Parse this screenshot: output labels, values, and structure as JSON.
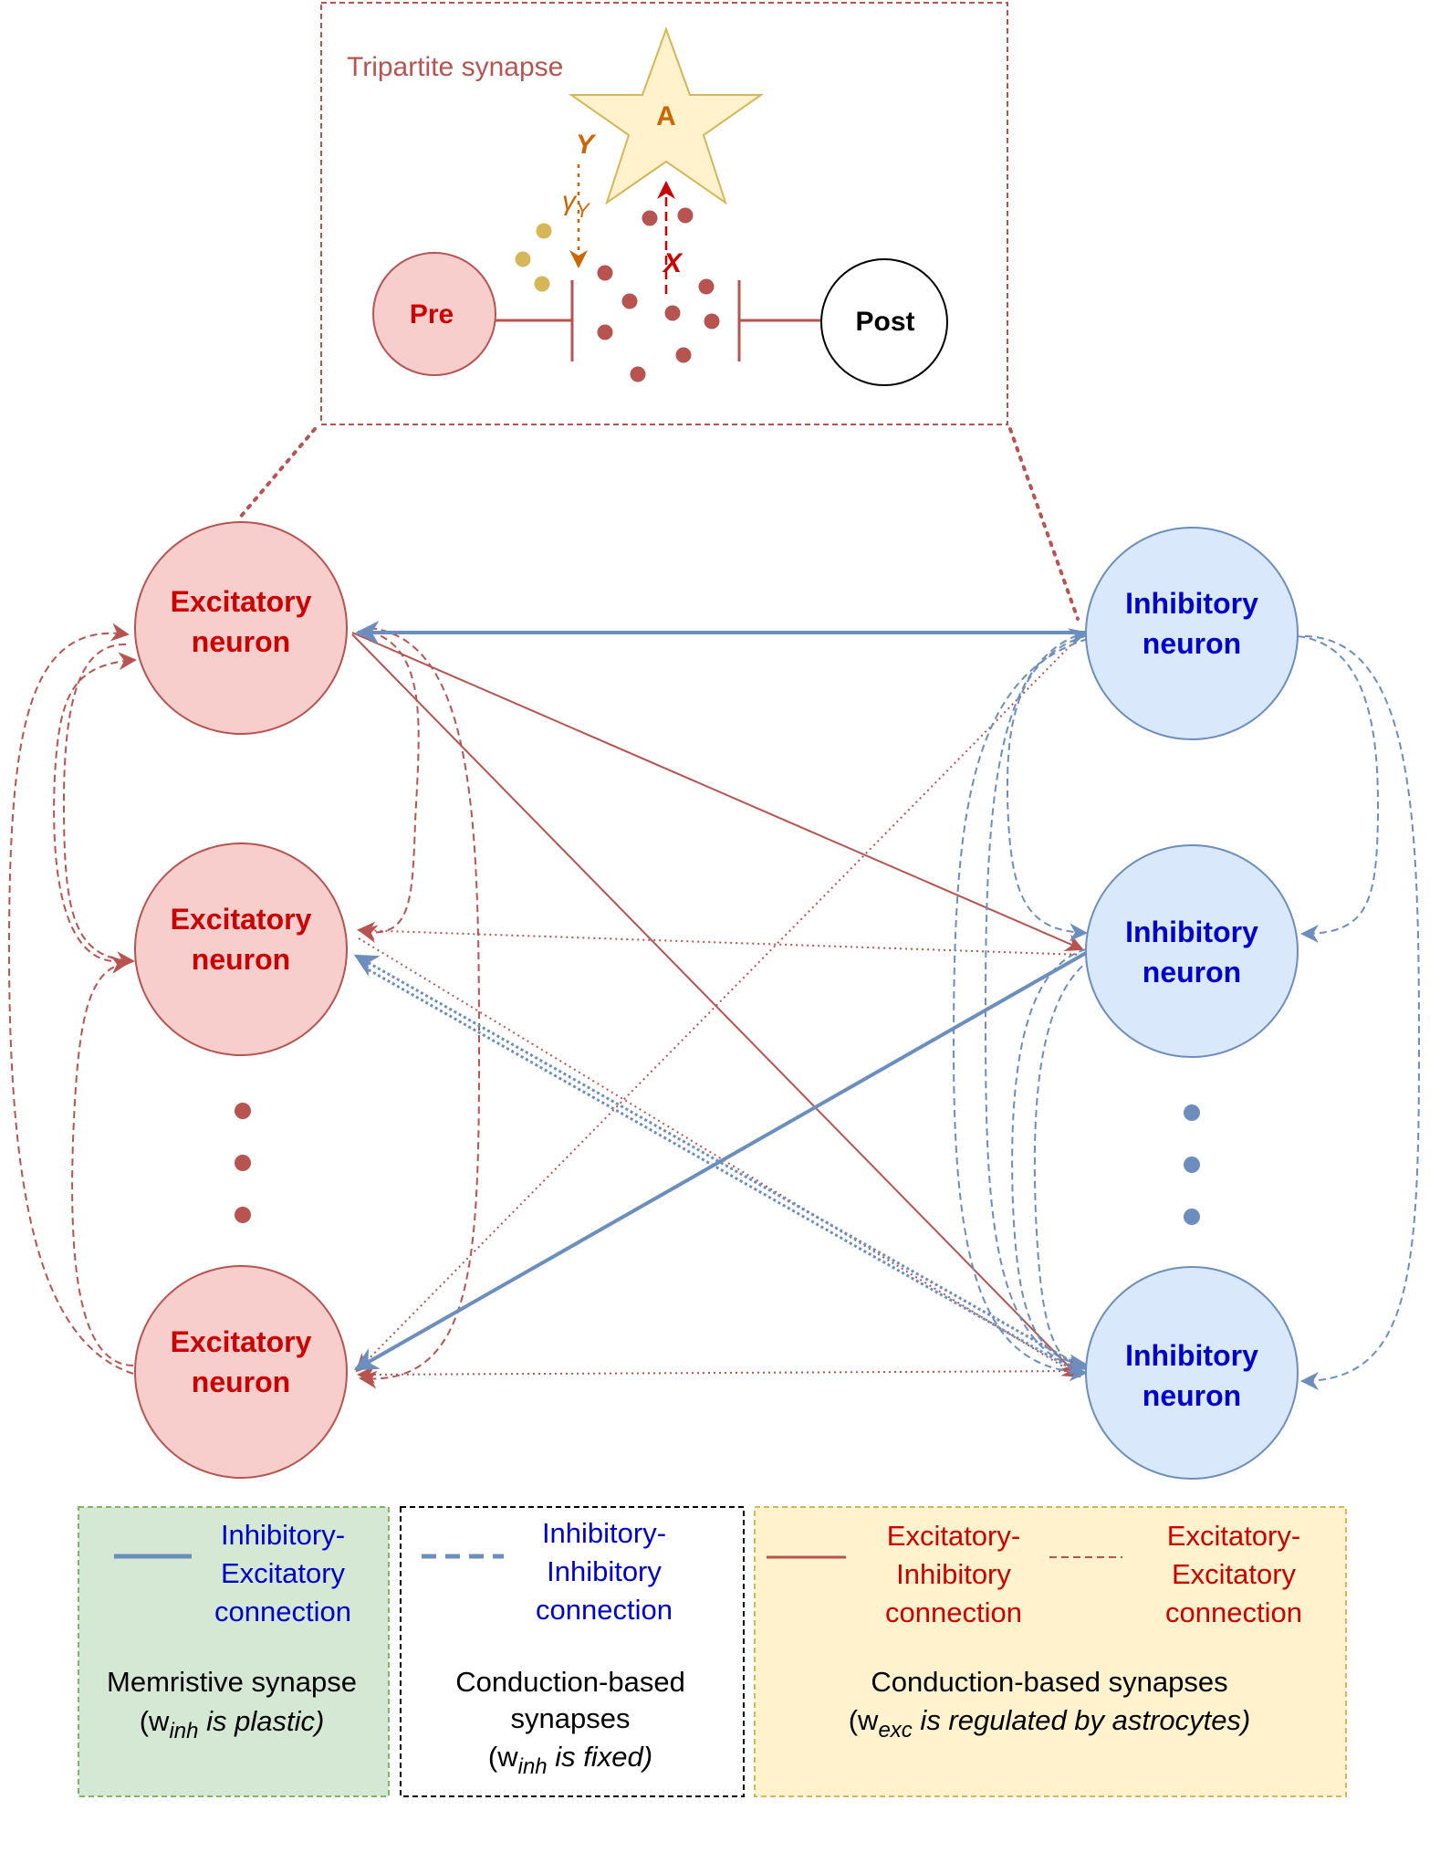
{
  "colors": {
    "excitatory_fill": "#f8cecc",
    "excitatory_stroke": "#b85450",
    "excitatory_text": "#cc0000",
    "inhibitory_fill": "#dae8fc",
    "inhibitory_stroke": "#6c8ebf",
    "inhibitory_text": "#0000cc",
    "astrocyte_fill": "#fff2cc",
    "astrocyte_stroke": "#d6b656",
    "astrocyte_text": "#cc6600",
    "legend_green_fill": "#d5e8d4",
    "legend_green_stroke": "#82b366",
    "legend_yellow_fill": "#fff2cc",
    "legend_yellow_stroke": "#d6b656"
  },
  "tripartite": {
    "title": "Tripartite synapse",
    "astrocyte_label": "A",
    "pre_label": "Pre",
    "post_label": "Post",
    "y_label": "Y",
    "gamma_label": "γ",
    "gamma_sub": "Y",
    "x_label": "X"
  },
  "excitatory_neurons": [
    {
      "line1": "Excitatory",
      "line2": "neuron"
    },
    {
      "line1": "Excitatory",
      "line2": "neuron"
    },
    {
      "line1": "Excitatory",
      "line2": "neuron"
    }
  ],
  "inhibitory_neurons": [
    {
      "line1": "Inhibitory",
      "line2": "neuron"
    },
    {
      "line1": "Inhibitory",
      "line2": "neuron"
    },
    {
      "line1": "Inhibitory",
      "line2": "neuron"
    }
  ],
  "legend": {
    "green": {
      "conn_lines": [
        "Inhibitory-",
        "Excitatory",
        "connection"
      ],
      "desc1": "Memristive synapse",
      "desc2_pre": "(w",
      "desc2_sub": "inh",
      "desc2_post": "  is plastic)"
    },
    "white": {
      "conn_lines": [
        "Inhibitory-",
        "Inhibitory",
        "connection"
      ],
      "desc1": "Conduction-based",
      "desc2": "synapses",
      "desc3_pre": "(w",
      "desc3_sub": "inh",
      "desc3_post": "  is fixed)"
    },
    "yellow": {
      "conn_a_lines": [
        "Excitatory-",
        "Inhibitory",
        "connection"
      ],
      "conn_b_lines": [
        "Excitatory-",
        "Excitatory",
        "connection"
      ],
      "desc1": "Conduction-based synapses",
      "desc2_pre": "(w",
      "desc2_sub": "exc",
      "desc2_post": "  is regulated by astrocytes)"
    }
  }
}
